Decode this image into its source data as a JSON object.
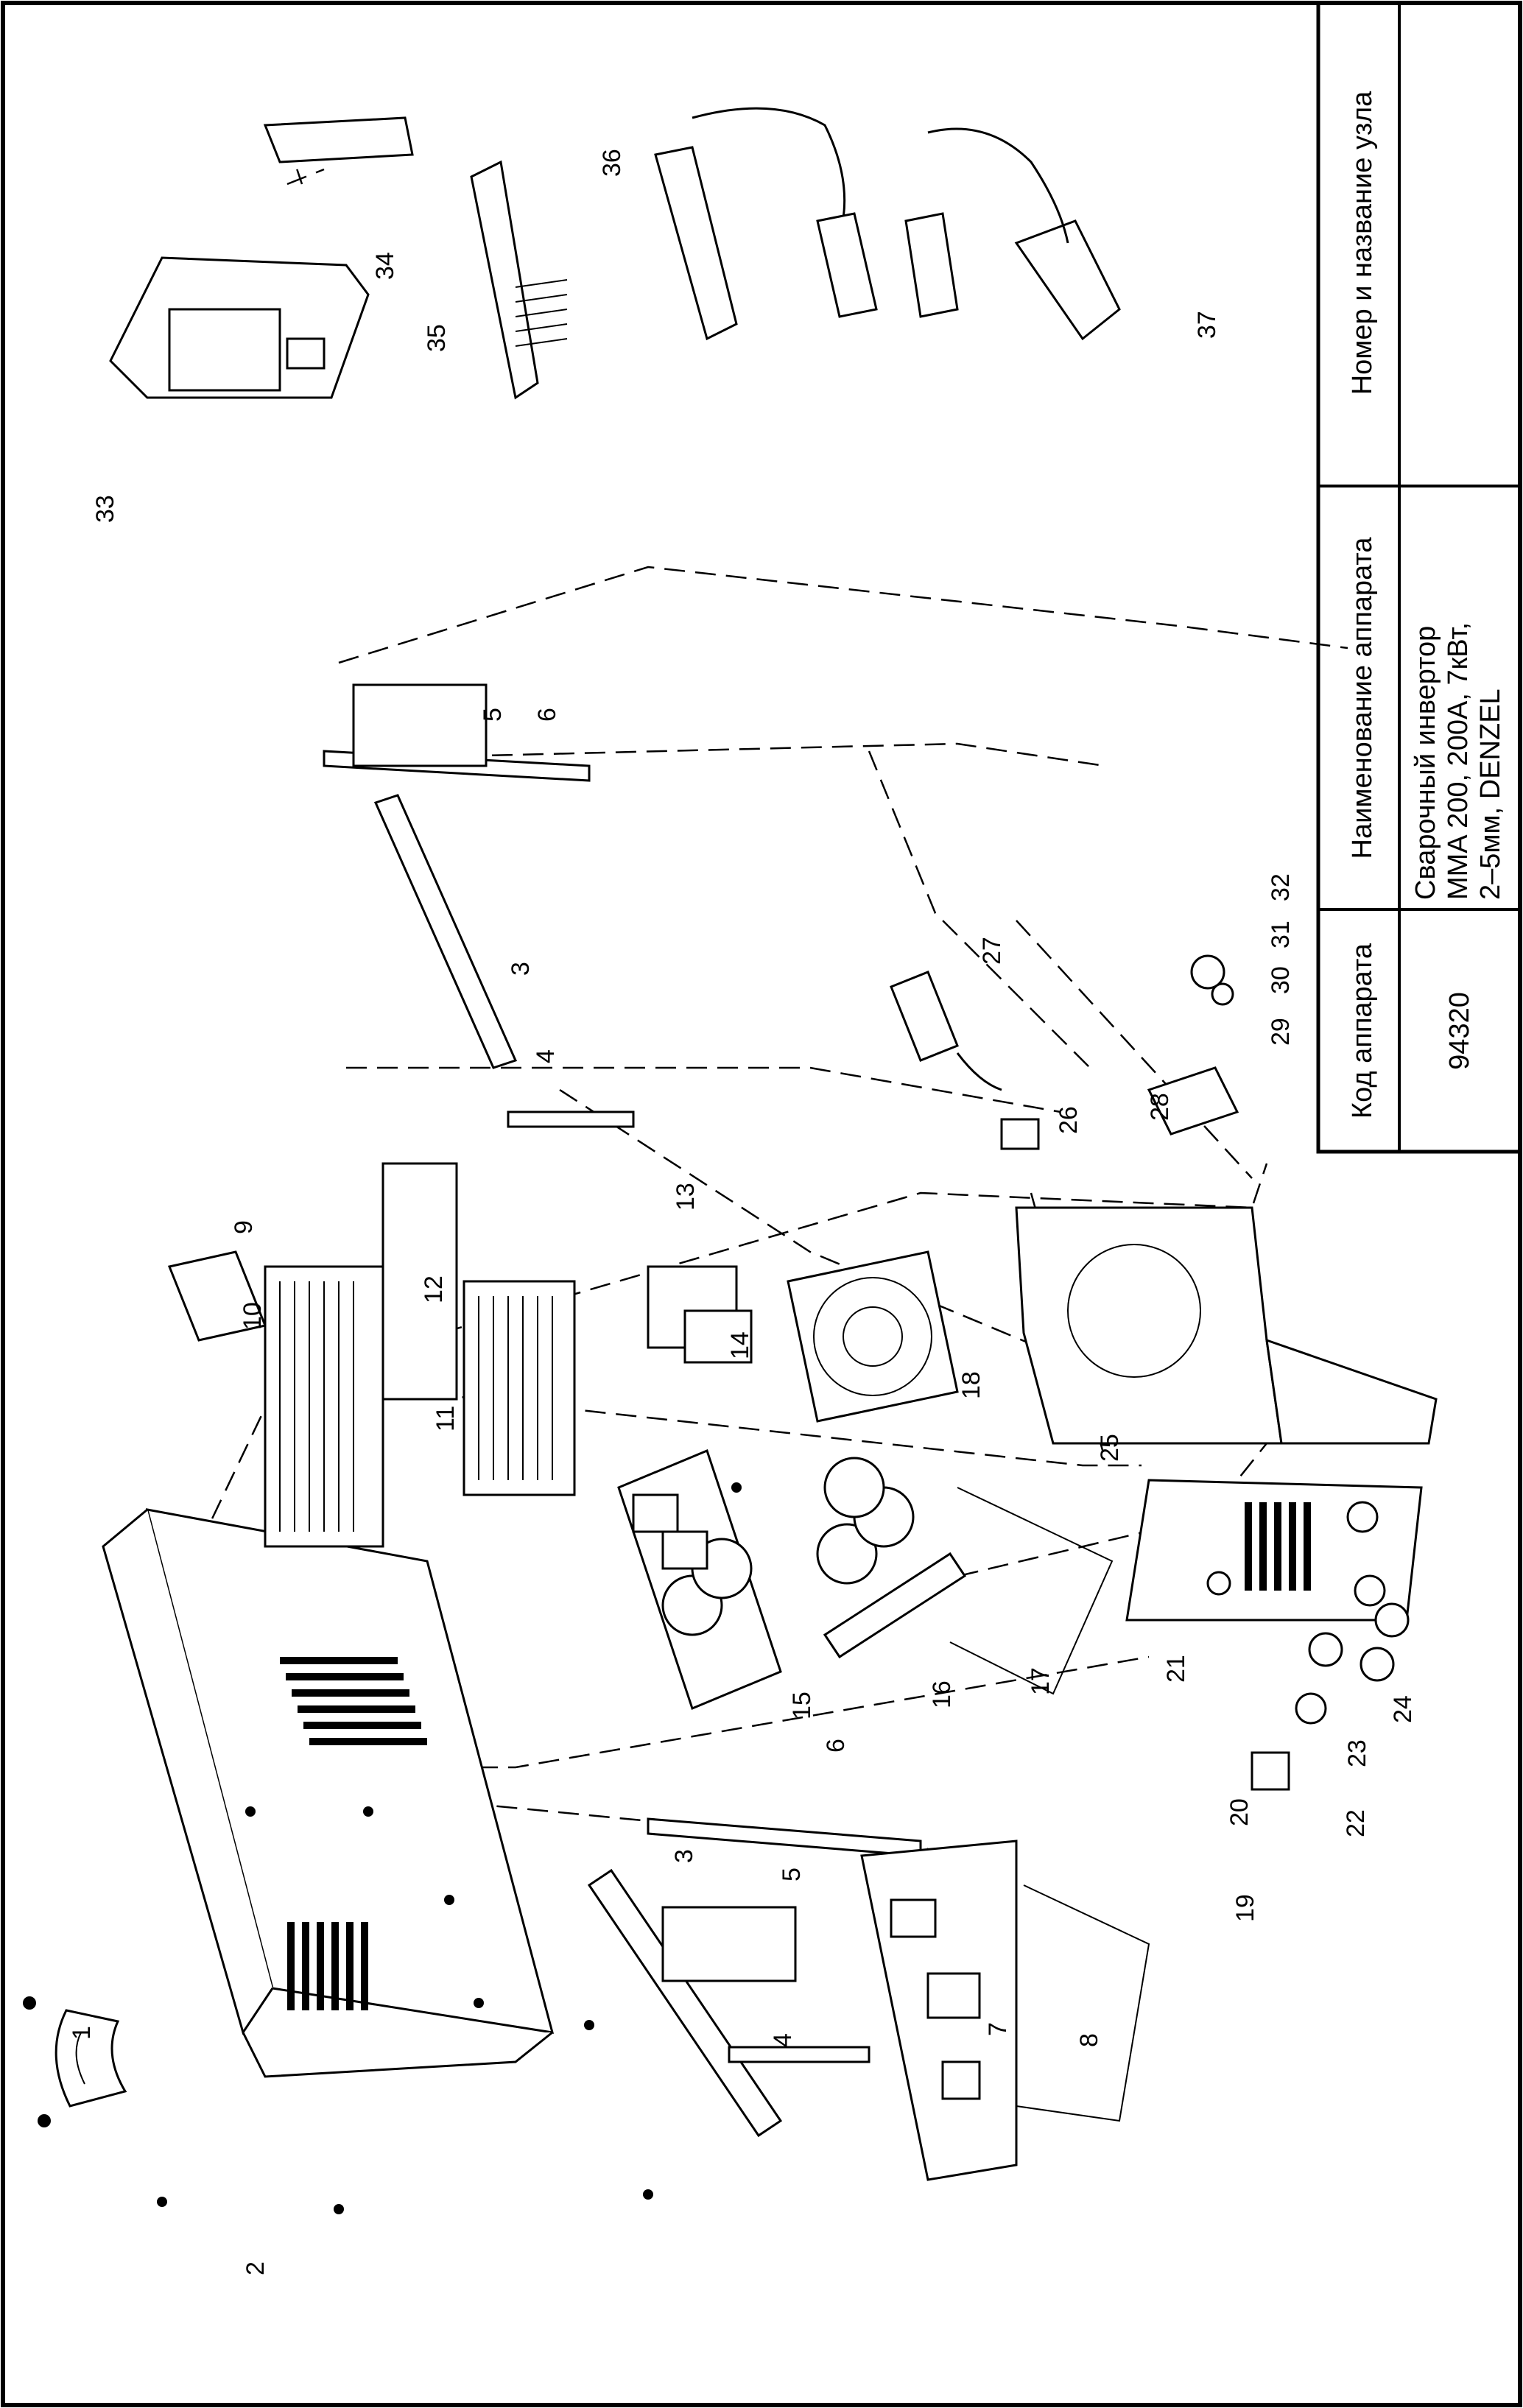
{
  "title_block": {
    "header_code": "Код аппарата",
    "header_name": "Наименование аппарата",
    "header_unit": "Номер и название узла",
    "code_value": "94320",
    "name_line1": "Сварочный инвертор",
    "name_line2": "MMA 200, 200A, 7кВт,",
    "name_line3": "2–5мм, DENZEL",
    "unit_value": ""
  },
  "callouts": [
    "1",
    "2",
    "3",
    "3",
    "4",
    "4",
    "5",
    "5",
    "6",
    "6",
    "7",
    "8",
    "9",
    "10",
    "11",
    "12",
    "13",
    "14",
    "15",
    "16",
    "17",
    "18",
    "19",
    "20",
    "21",
    "22",
    "23",
    "24",
    "25",
    "26",
    "27",
    "28",
    "29",
    "30",
    "31",
    "32",
    "33",
    "34",
    "35",
    "36",
    "37"
  ]
}
